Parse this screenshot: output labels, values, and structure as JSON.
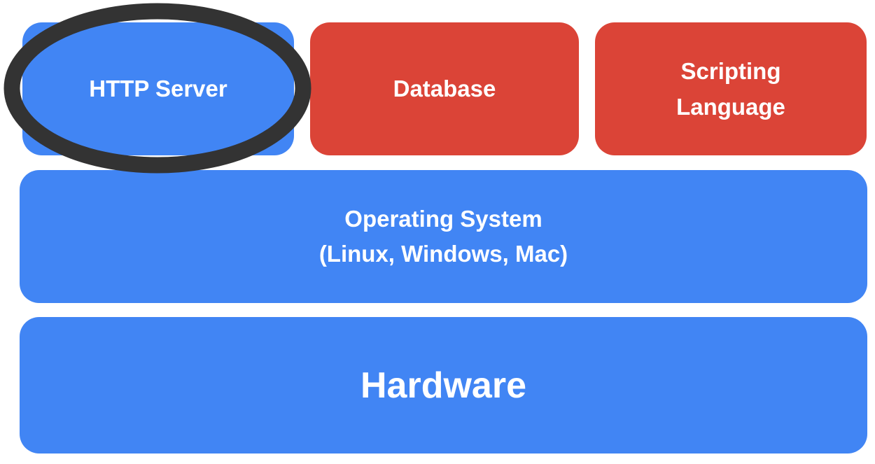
{
  "diagram": {
    "title_implied": "Web stack layers",
    "colors": {
      "blue": "#4185F4",
      "red": "#DB4437",
      "annotation": "#333333",
      "text": "#ffffff",
      "background": "#ffffff"
    },
    "boxes": {
      "http_server": {
        "label": "HTTP Server",
        "color": "#4185F4"
      },
      "database": {
        "label": "Database",
        "color": "#DB4437"
      },
      "scripting_language": {
        "lines": [
          "Scripting",
          "Language"
        ],
        "color": "#DB4437"
      },
      "operating_system": {
        "lines": [
          "Operating System",
          "(Linux, Windows, Mac)"
        ],
        "color": "#4185F4"
      },
      "hardware": {
        "label": "Hardware",
        "color": "#4185F4"
      }
    },
    "annotation": {
      "shape": "ellipse",
      "style": "hand-drawn circle",
      "target": "HTTP Server",
      "color": "#333333"
    }
  }
}
